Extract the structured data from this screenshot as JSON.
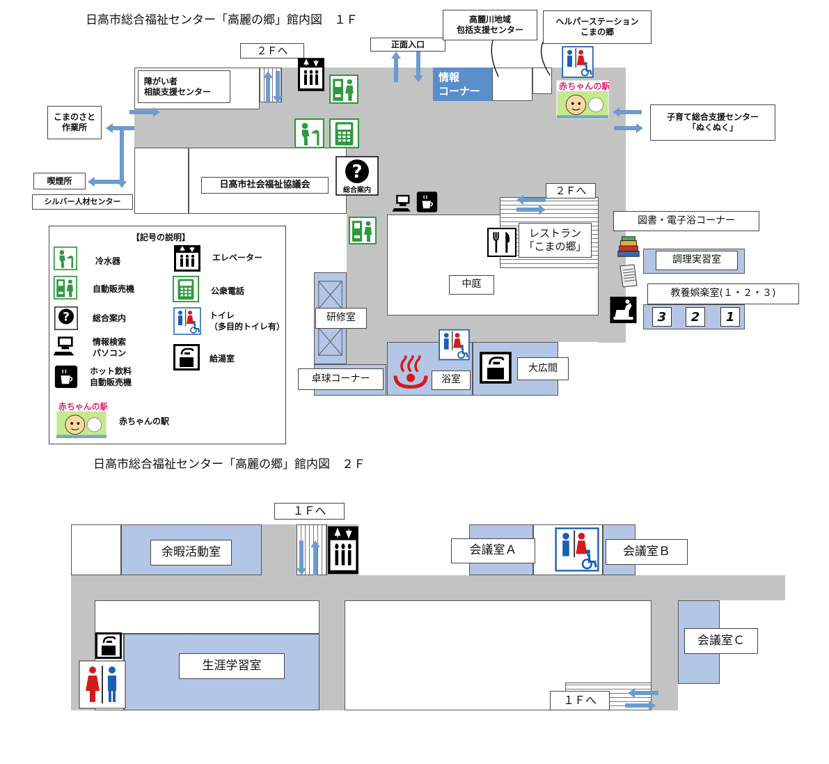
{
  "floor1": {
    "title": "日高市総合福祉センター「高麗の郷」館内図　１Ｆ",
    "labels": {
      "to_2f_top": "２Ｆへ",
      "to_2f_right": "２Ｆへ",
      "main_entrance": "正面入口",
      "koma_community": "高麗川地域\n包括支援センター",
      "helper_station": "ヘルパーステーション\nこまの郷",
      "disability_center": "障がい者\n相談支援センター",
      "komanosato": "こまのさと\n作業所",
      "smoking": "喫煙所",
      "silver": "シルバー人材センター",
      "shakyo": "日高市社会福祉協議会",
      "info_corner_1": "情報",
      "info_corner_2": "コーナー",
      "kosodate": "子育て総合支援センター\n「ぬくぬく」",
      "library": "図書・電子浴コーナー",
      "restaurant": "レストラン\n「こまの郷」",
      "cooking": "調理実習室",
      "culture": "教養娯楽室(１・２・３)",
      "courtyard": "中庭",
      "training": "研修室",
      "pingpong": "卓球コーナー",
      "bath": "浴室",
      "hall": "大広間",
      "room3": "3",
      "room2": "2",
      "room1": "1"
    }
  },
  "legend": {
    "title": "【記号の説明】",
    "items": {
      "water": "冷水器",
      "elevator": "エレベーター",
      "vending": "自動販売機",
      "phone": "公衆電話",
      "info": "総合案内",
      "toilet": "トイレ\n（多目的トイレ有）",
      "pc": "情報検索\nパソコン",
      "kettle": "給湯室",
      "hot_drink": "ホット飲料\n自動販売機",
      "baby": "赤ちゃんの駅"
    }
  },
  "floor2": {
    "title": "日高市総合福祉センター「高麗の郷」館内図　２Ｆ",
    "labels": {
      "to_1f_top": "１Ｆへ",
      "to_1f_bottom": "１Ｆへ",
      "leisure": "余暇活動室",
      "meeting_a": "会議室Ａ",
      "meeting_b": "会議室Ｂ",
      "meeting_c": "会議室Ｃ",
      "lifelong": "生涯学習室"
    }
  },
  "icons": {
    "info_icon_text": "総合案内",
    "baby_icon_text": "赤ちゃんの駅"
  },
  "colors": {
    "corridor": "#c3c3c3",
    "room_blue": "#b3c6e5",
    "info_corner": "#5a8dcc",
    "arrow": "#6b9bd1",
    "vending_green": "#2e9a3e",
    "toilet_male": "#1a5fb4",
    "toilet_female": "#d7191c",
    "bath_red": "#d7191c"
  }
}
